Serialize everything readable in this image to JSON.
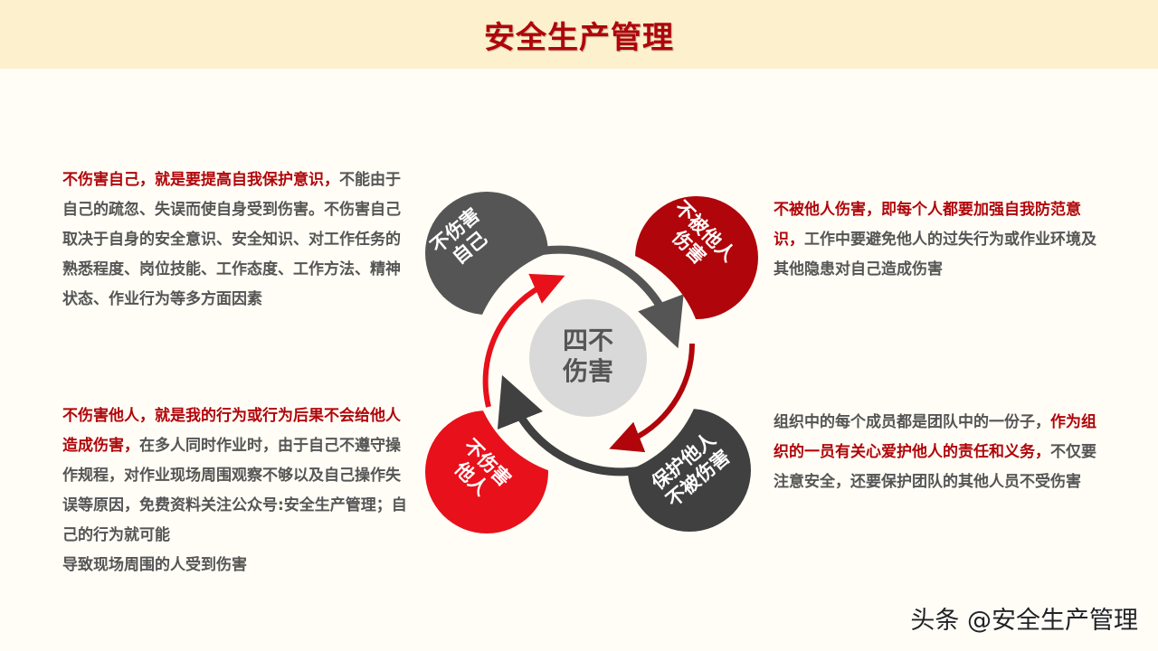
{
  "header": {
    "title": "安全生产管理"
  },
  "diagram": {
    "center": {
      "line1": "四不",
      "line2": "伤害",
      "color": "#d9d9d9"
    },
    "nodes": [
      {
        "id": "top-left",
        "line1": "不伤害",
        "line2": "自己",
        "color": "#555555"
      },
      {
        "id": "top-right",
        "line1": "不被他人",
        "line2": "伤害",
        "color": "#b0050a"
      },
      {
        "id": "bottom-left",
        "line1": "不伤害",
        "line2": "他人",
        "color": "#e8101a"
      },
      {
        "id": "bottom-right",
        "line1": "保护他人",
        "line2": "不被伤害",
        "color": "#404040"
      }
    ],
    "colors": {
      "dark_gray": "#555555",
      "dark_red": "#b0050a",
      "bright_red": "#e8101a"
    }
  },
  "blocks": {
    "top_left": {
      "highlight": "不伤害自己，就是要提高自我保护意识，",
      "body": "不能由于自己的疏忽、失误而使自身受到伤害。不伤害自己取决于自身的安全意识、安全知识、对工作任务的熟悉程度、岗位技能、工作态度、工作方法、精神状态、作业行为等多方面因素"
    },
    "bottom_left": {
      "highlight": "不伤害他人，就是我的行为或行为后果不会给他人造成伤害，",
      "body": "在多人同时作业时，由于自己不遵守操作规程，对作业现场周围观察不够以及自己操作失误等原因，免费资料关注公众号:安全生产管理；自己的行为就可能",
      "last_line": "导致现场周围的人受到伤害"
    },
    "top_right": {
      "highlight": "不被他人伤害，即每个人都要加强自我防范意识，",
      "body": "工作中要避免他人的过失行为或作业环境及其他隐患对自己造成伤害"
    },
    "bottom_right": {
      "lead": "组织中的每个成员都是团队中的一份子，",
      "highlight": "作为组织的一员有关心爱护他人的责任和义务，",
      "body": "不仅要注意安全，还要保护团队的其他人员不受伤害"
    }
  },
  "watermark": {
    "text": "头条 @安全生产管理"
  }
}
